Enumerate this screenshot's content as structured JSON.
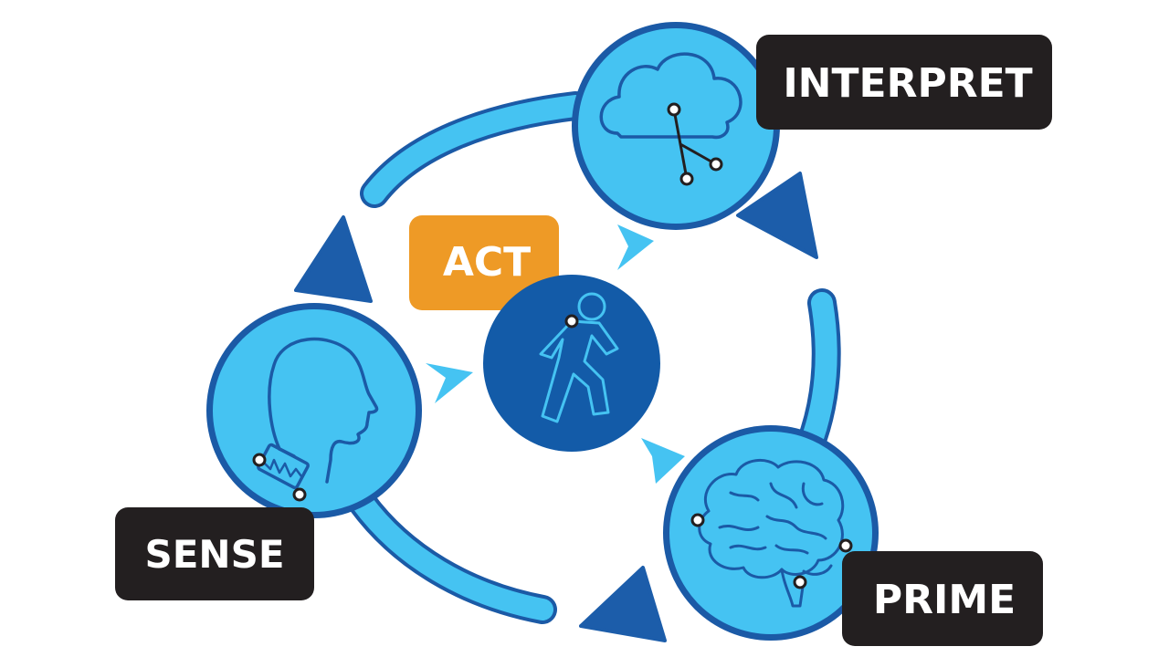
{
  "diagram": {
    "stages": {
      "interpret": {
        "label": "INTERPRET",
        "icon": "cloud-network-icon"
      },
      "prime": {
        "label": "PRIME",
        "icon": "brain-icon"
      },
      "sense": {
        "label": "SENSE",
        "icon": "head-sensor-icon"
      },
      "act": {
        "label": "ACT",
        "icon": "walking-person-icon"
      }
    },
    "colors": {
      "cycle_light_blue": "#45C3F2",
      "outline_dark_blue": "#1B5AA6",
      "arrow_dark_blue": "#1C5DAA",
      "center_blue": "#135BA8",
      "act_orange": "#EE9A26",
      "label_black": "#231F20",
      "small_arrow_light_blue": "#45C3F2"
    }
  }
}
